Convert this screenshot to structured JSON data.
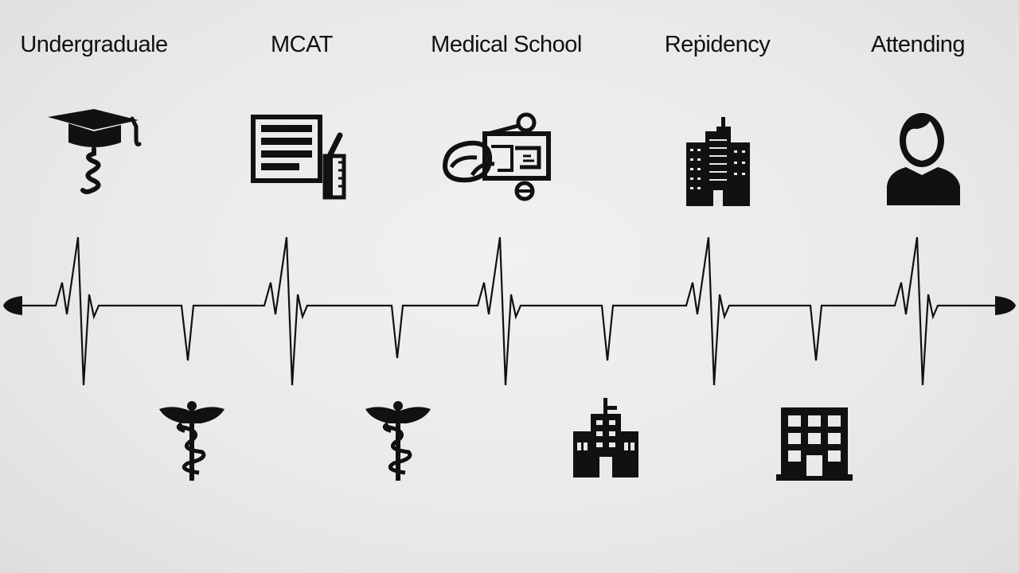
{
  "stages": [
    {
      "label": "Undergraduale",
      "icon": "graduation-cap-icon"
    },
    {
      "label": "MCAT",
      "icon": "exam-document-icon"
    },
    {
      "label": "Medical School",
      "icon": "medical-school-icon"
    },
    {
      "label": "Reṗidency",
      "icon": "hospital-building-icon"
    },
    {
      "label": "Attending",
      "icon": "physician-person-icon"
    }
  ],
  "milestones": [
    {
      "icon": "caduceus-icon"
    },
    {
      "icon": "caduceus-icon"
    },
    {
      "icon": "hospital-building-icon"
    },
    {
      "icon": "office-building-icon"
    }
  ],
  "timeline": {
    "style": "ecg-heartbeat-line",
    "line_color": "#111111"
  }
}
